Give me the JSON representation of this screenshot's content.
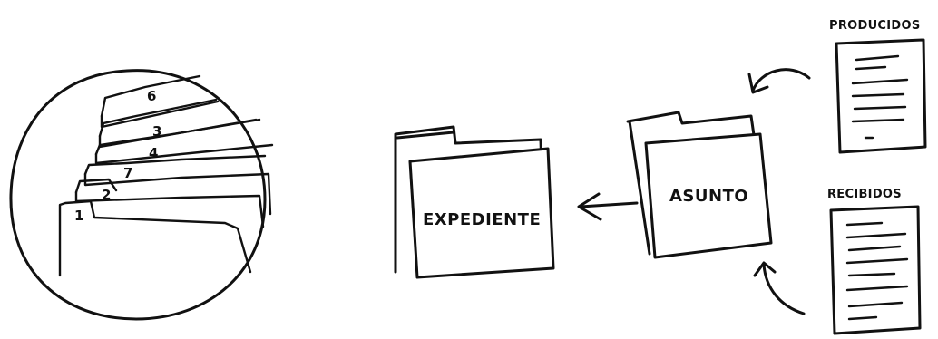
{
  "tabs": [
    "1",
    "2",
    "7",
    "4",
    "3",
    "6"
  ],
  "expediente": {
    "label": "EXPEDIENTE"
  },
  "asunto": {
    "label": "ASUNTO"
  },
  "producidos": {
    "label": "PRODUCIDOS"
  },
  "recibidos": {
    "label": "RECIBIDOS"
  }
}
